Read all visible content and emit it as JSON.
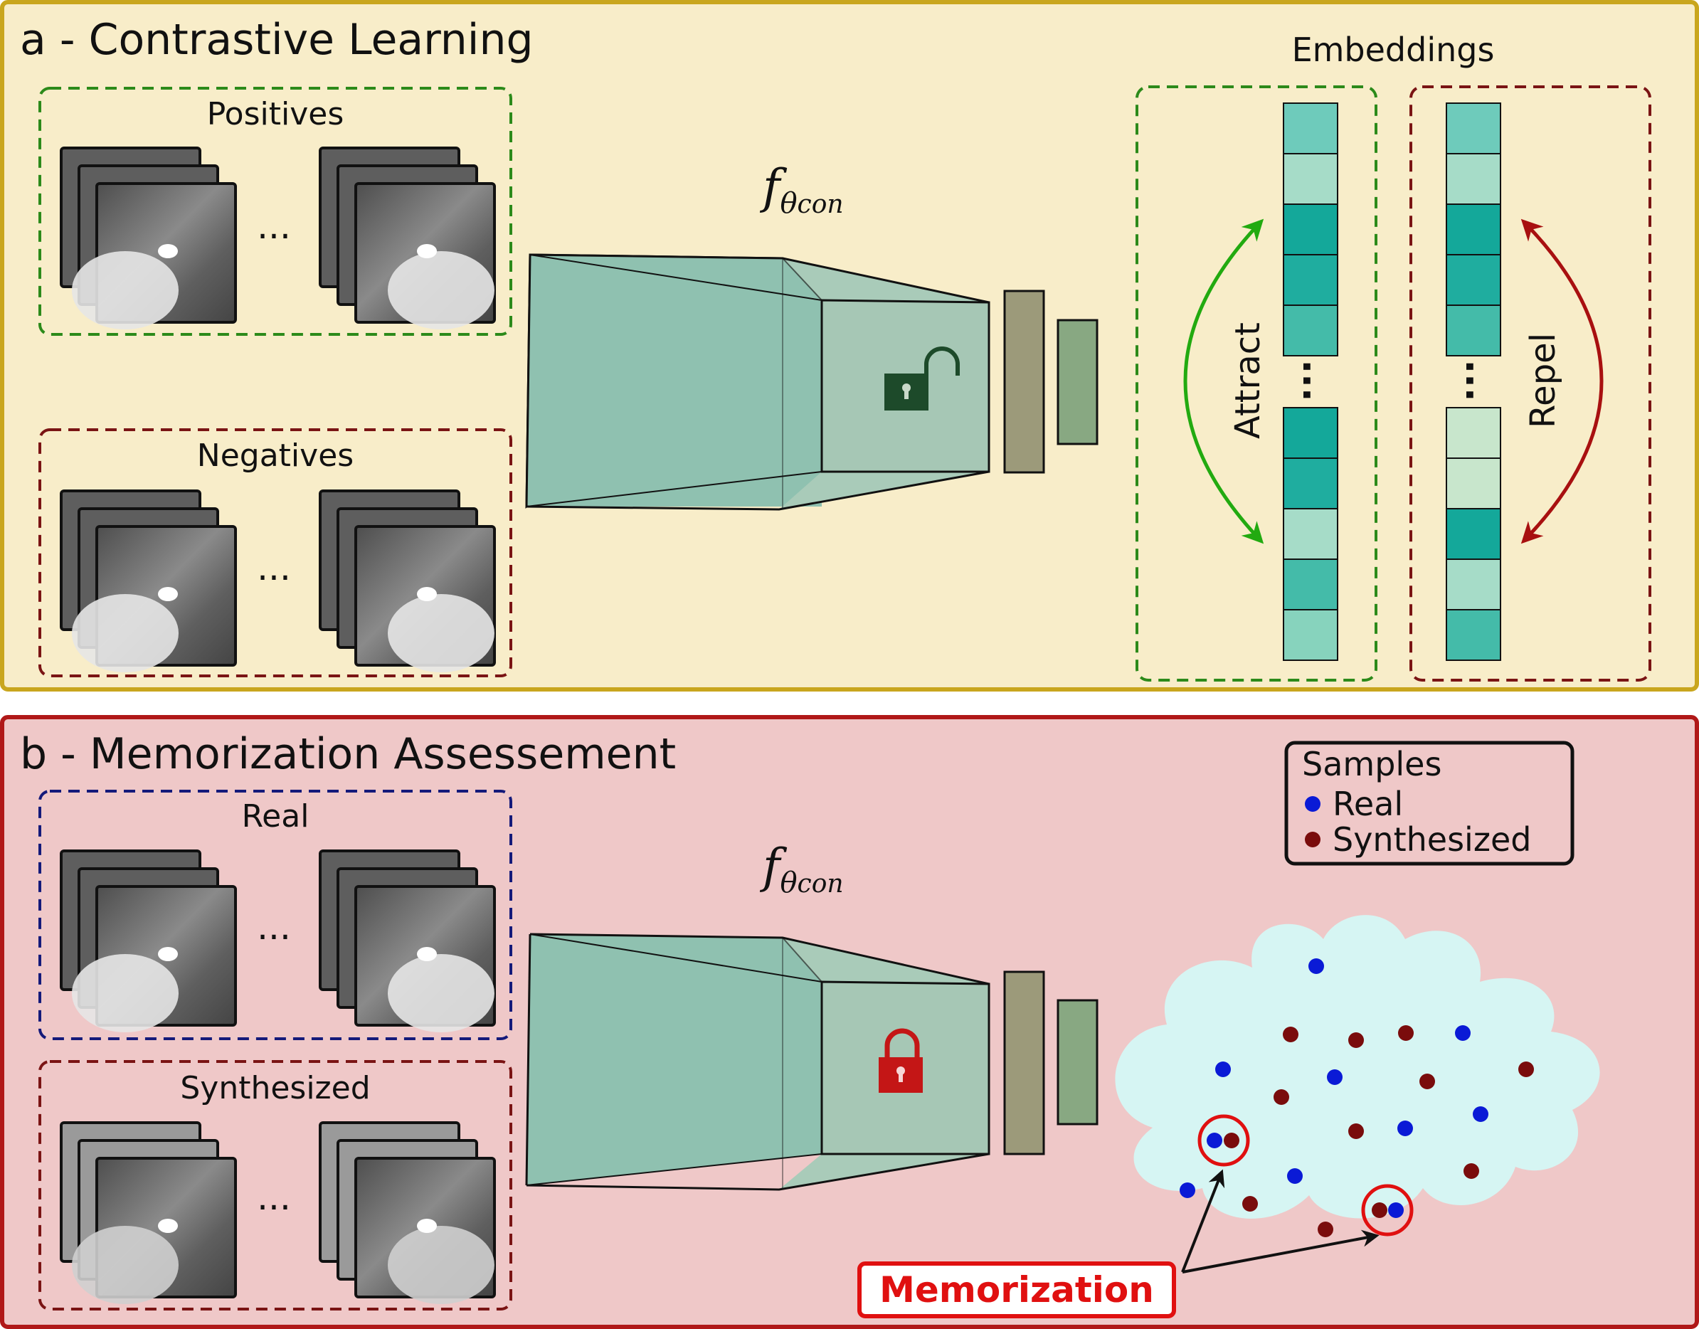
{
  "panel_a": {
    "title": "a - Contrastive Learning",
    "positives_label": "Positives",
    "negatives_label": "Negatives",
    "ellipsis": "...",
    "encoder_label_main": "f",
    "encoder_label_sub_greek": "θ",
    "encoder_label_sub_text": "con",
    "embeddings_label": "Embeddings",
    "attract_label": "Attract",
    "repel_label": "Repel",
    "lock_state": "unlocked",
    "embedding_shades": {
      "attract_top": [
        "#6ecbbb",
        "#a6dcc8",
        "#14a89a",
        "#1fad9f",
        "#44bba9"
      ],
      "attract_bottom": [
        "#14a89a",
        "#1fad9f",
        "#a6dcc8",
        "#44bba9",
        "#87d3bd"
      ],
      "repel_top": [
        "#6ecbbb",
        "#a6dcc8",
        "#14a89a",
        "#1fad9f",
        "#44bba9"
      ],
      "repel_bottom": [
        "#c8e6cc",
        "#c8e6cc",
        "#14a89a",
        "#a6dcc8",
        "#44bba9"
      ]
    },
    "colors": {
      "background": "#f8edc9",
      "border": "#c9a61e",
      "positive": "#2c8a1a",
      "negative": "#7a1414",
      "attract_arrow": "#22aa10",
      "repel_arrow": "#a81010"
    }
  },
  "panel_b": {
    "title": "b - Memorization Assessement",
    "real_label": "Real",
    "synthesized_label": "Synthesized",
    "ellipsis": "...",
    "encoder_label_main": "f",
    "encoder_label_sub_greek": "θ",
    "encoder_label_sub_text": "con",
    "lock_state": "locked",
    "legend": {
      "title": "Samples",
      "items": [
        {
          "label": "Real",
          "color": "#0a1ad6"
        },
        {
          "label": "Synthesized",
          "color": "#7a0c0c"
        }
      ]
    },
    "memorization_label": "Memorization",
    "colors": {
      "background": "#efc8c8",
      "border": "#b01818",
      "real": "#141a7a",
      "synth": "#7a1414",
      "cloud": "#d6f5f3",
      "highlight": "#e01010"
    }
  }
}
